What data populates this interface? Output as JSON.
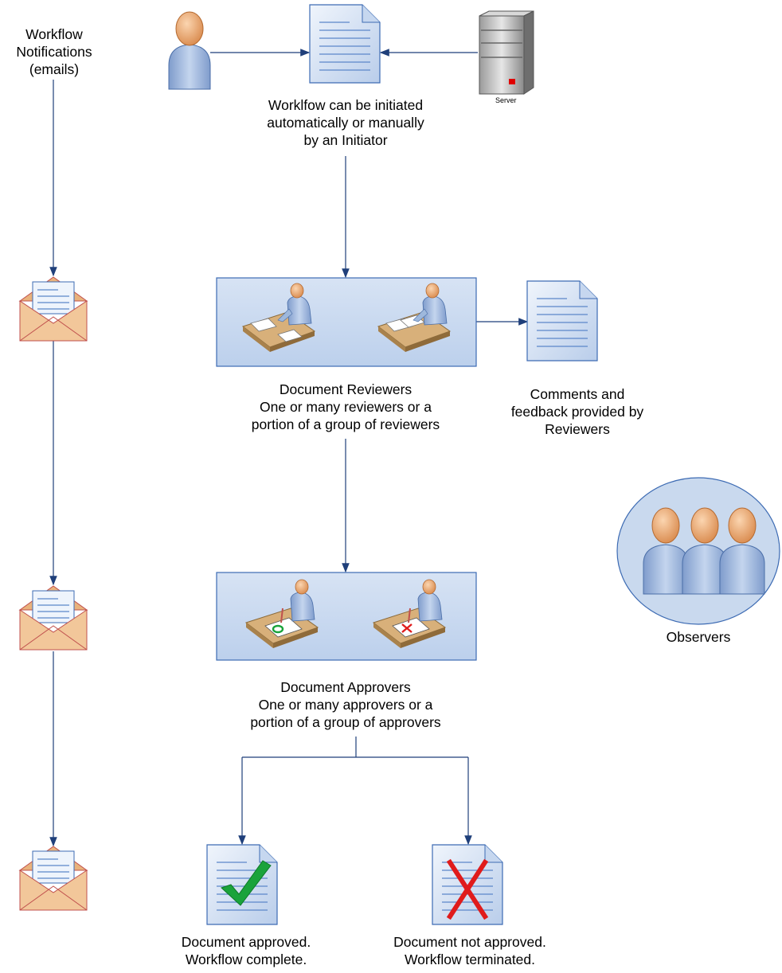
{
  "notifications": {
    "label_lines": [
      "Workflow",
      "Notifications",
      "(emails)"
    ]
  },
  "initiation": {
    "server_label": "Server",
    "label_lines": [
      "Worklfow can be initiated",
      "automatically or manually",
      "by an Initiator"
    ]
  },
  "reviewers": {
    "label_lines": [
      "Document Reviewers",
      "One or many reviewers or a",
      "portion of a group of reviewers"
    ],
    "comments_lines": [
      "Comments and",
      "feedback provided by",
      "Reviewers"
    ]
  },
  "approvers": {
    "label_lines": [
      "Document Approvers",
      "One or many approvers or a",
      "portion of a group of approvers"
    ]
  },
  "observers": {
    "label": "Observers"
  },
  "outcomes": {
    "approved_lines": [
      "Document approved.",
      "Workflow complete."
    ],
    "rejected_lines": [
      "Document not approved.",
      "Workflow terminated."
    ]
  },
  "colors": {
    "connector": "#1f3f7a",
    "panel_fill": "#c9d9ee",
    "panel_border": "#3d6bb3",
    "document_fill": "#dde8f7",
    "document_line": "#5b86c9",
    "envelope": "#f2c79a",
    "envelope_edge": "#c0504d",
    "person_head": "#f0b07a",
    "person_body": "#9eb8dc",
    "check": "#1aa33b",
    "cross": "#e01b1b",
    "server_light": "#e00000",
    "observers_fill": "#c9d9ee"
  }
}
